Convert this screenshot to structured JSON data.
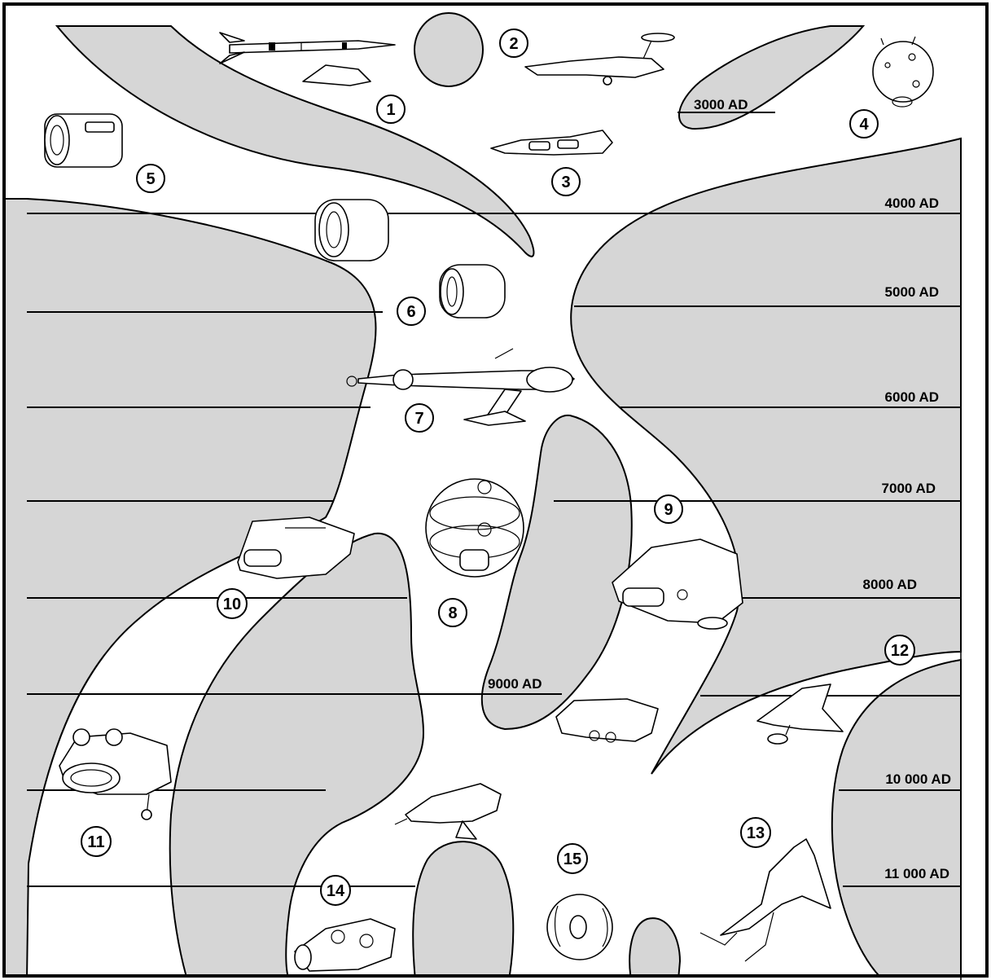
{
  "timeline": {
    "years": [
      "3000 AD",
      "4000 AD",
      "5000 AD",
      "6000 AD",
      "7000 AD",
      "8000 AD",
      "9000 AD",
      "10 000 AD",
      "11 000 AD"
    ]
  },
  "ships": [
    {
      "number": "1",
      "icon": "rocket-icon"
    },
    {
      "number": "2",
      "icon": "starship-icon"
    },
    {
      "number": "3",
      "icon": "starship-icon"
    },
    {
      "number": "4",
      "icon": "moon-base-icon"
    },
    {
      "number": "5",
      "icon": "drum-ship-icon"
    },
    {
      "number": "6",
      "icon": "drum-ship-icon"
    },
    {
      "number": "7",
      "icon": "long-starship-icon"
    },
    {
      "number": "8",
      "icon": "sphere-ship-icon"
    },
    {
      "number": "9",
      "icon": "hull-ship-icon"
    },
    {
      "number": "10",
      "icon": "hull-ship-icon"
    },
    {
      "number": "11",
      "icon": "hull-ship-icon"
    },
    {
      "number": "12",
      "icon": "swept-wing-ship-icon"
    },
    {
      "number": "13",
      "icon": "winged-ship-icon"
    },
    {
      "number": "14",
      "icon": "crawler-ship-icon"
    },
    {
      "number": "15",
      "icon": "disc-ship-icon"
    }
  ]
}
